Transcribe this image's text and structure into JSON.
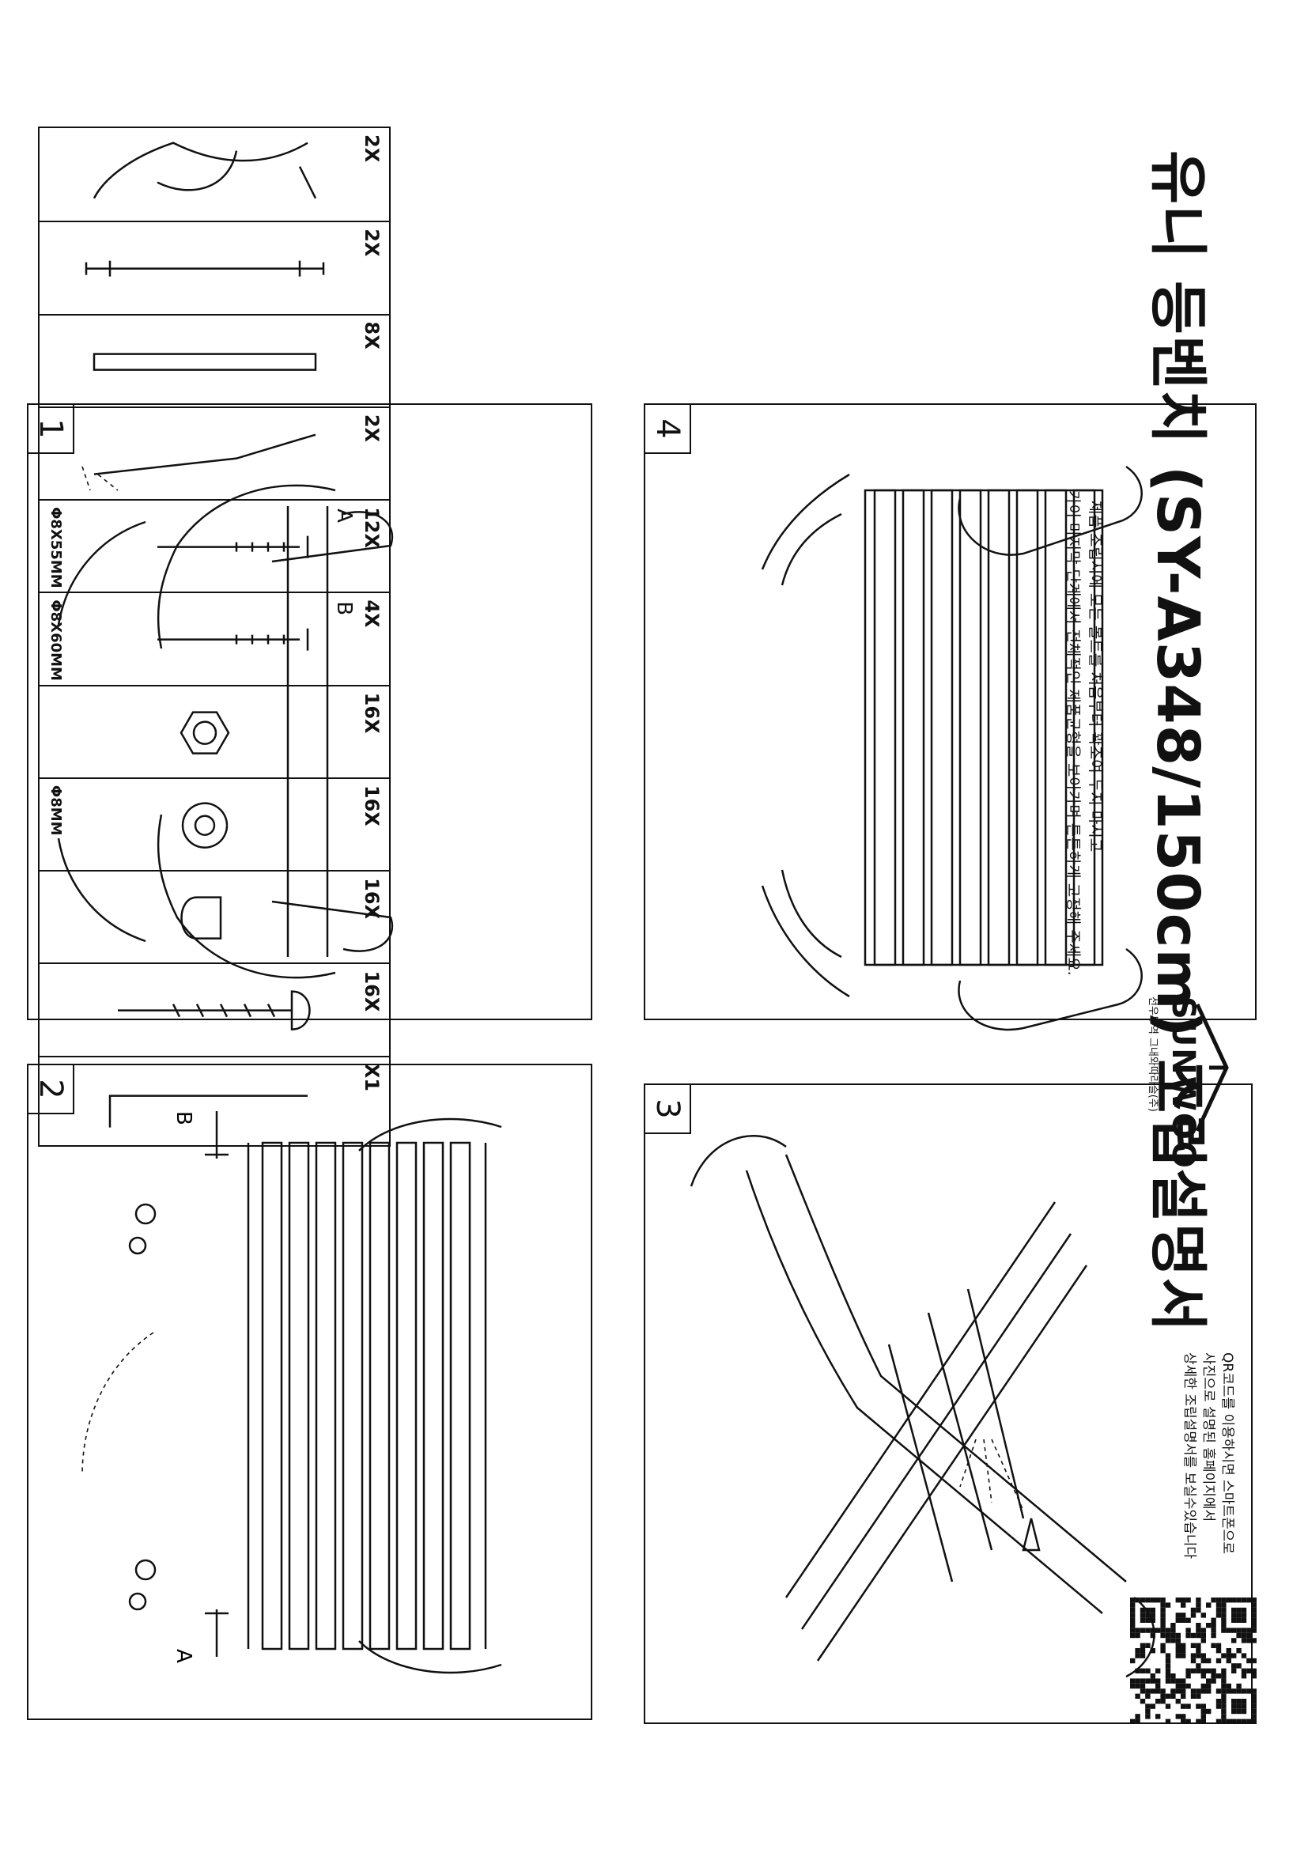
{
  "title": "유니 등벤치 (SY-A348/150cm) 조립설명서",
  "note_lines": [
    "- 제품 조립시에 모든 볼트를 처음부터 꽉조여 두지 마시고",
    "가이 마지막 단계에서 전체적인 제품균형을 보아가며 튼튼하게 고정해 주세요."
  ],
  "logo": {
    "word": "SUNWOO",
    "subtitle": "선우무역 그내와따라슬(주)"
  },
  "qr_text": [
    "QR코드를 이용하시면 스마트폰으로",
    "사진으로 설명된 홈페이지에서",
    "상세한 조립설명서를 보실수있습니다"
  ],
  "parts": [
    {
      "qty": "2X",
      "spec": "",
      "icon": "bench-leg-icon"
    },
    {
      "qty": "2X",
      "spec": "",
      "icon": "tie-rod-icon"
    },
    {
      "qty": "8X",
      "spec": "",
      "icon": "wood-slat-icon"
    },
    {
      "qty": "2X",
      "spec": "",
      "icon": "support-bar-icon"
    },
    {
      "qty": "12X",
      "label": "A",
      "spec": "Φ8X55MM",
      "icon": "bolt-icon"
    },
    {
      "qty": "4X",
      "label": "B",
      "spec": "Φ8X60MM",
      "icon": "bolt-icon"
    },
    {
      "qty": "16X",
      "spec": "",
      "icon": "hex-nut-icon"
    },
    {
      "qty": "16X",
      "spec": "Φ8MM",
      "icon": "washer-icon"
    },
    {
      "qty": "16X",
      "spec": "",
      "icon": "cap-nut-icon"
    },
    {
      "qty": "16X",
      "spec": "",
      "icon": "wood-screw-icon"
    },
    {
      "qty": "X1",
      "spec": "",
      "icon": "hex-key-icon"
    }
  ],
  "steps": [
    {
      "number": "1"
    },
    {
      "number": "2"
    },
    {
      "number": "3"
    },
    {
      "number": "4"
    }
  ],
  "step2_labels": {
    "bolt_a": "A",
    "bolt_b": "B"
  }
}
